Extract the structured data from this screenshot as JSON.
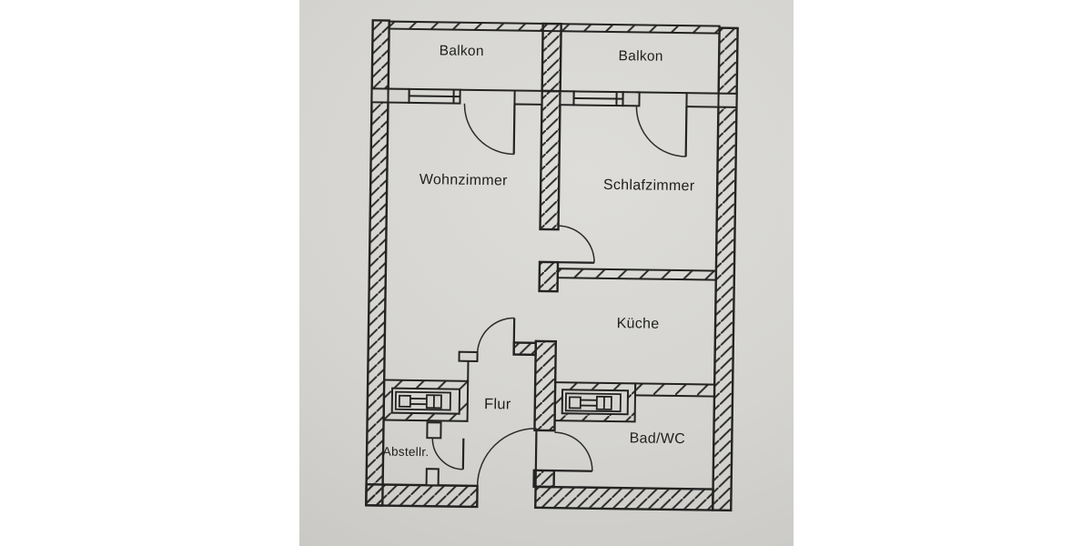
{
  "document": {
    "kind": "apartment-floor-plan",
    "language": "de"
  },
  "colors": {
    "paper": "#d5d4d0",
    "paper_light": "#deddd9",
    "paper_dark": "#bdbcb8",
    "line": "#232323",
    "page_background": "#ffffff"
  },
  "rooms": [
    {
      "id": "balcony-left",
      "label": "Balkon"
    },
    {
      "id": "balcony-right",
      "label": "Balkon"
    },
    {
      "id": "living-room",
      "label": "Wohnzimmer"
    },
    {
      "id": "bedroom",
      "label": "Schlafzimmer"
    },
    {
      "id": "kitchen",
      "label": "Küche"
    },
    {
      "id": "hallway",
      "label": "Flur"
    },
    {
      "id": "bathroom",
      "label": "Bad/WC"
    },
    {
      "id": "storage",
      "label": "Abstellr."
    }
  ]
}
